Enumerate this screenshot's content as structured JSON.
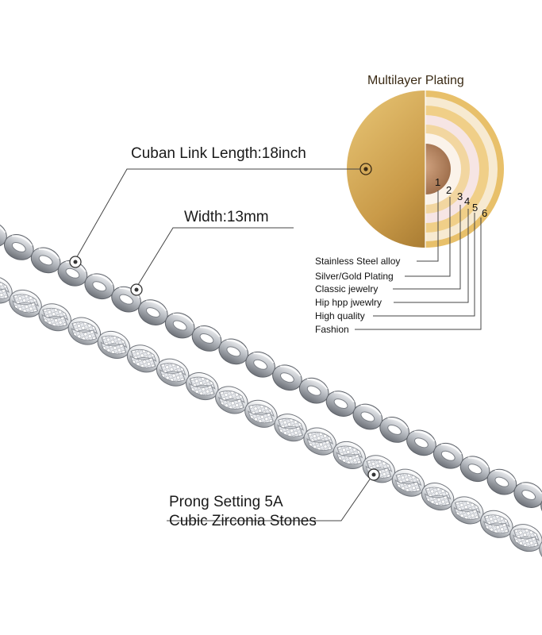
{
  "plating_title": "Multilayer Plating",
  "cuban_link_length": "Cuban Link Length:18inch",
  "width_label": "Width:13mm",
  "prong_setting_line1": "Prong Setting 5A",
  "prong_setting_line2": "Cubic Zirconia Stones",
  "layers": [
    {
      "number": "1",
      "name": "Stainless Steel alloy"
    },
    {
      "number": "2",
      "name": "Silver/Gold Plating"
    },
    {
      "number": "3",
      "name": "Classic jewelry"
    },
    {
      "number": "4",
      "name": "Hip hpp jwewlry"
    },
    {
      "number": "5",
      "name": "High quality"
    },
    {
      "number": "6",
      "name": "Fashion"
    }
  ],
  "colors": {
    "gold_dark": "#b8862e",
    "gold_light": "#f2c66a",
    "steel": "#c9ccd0",
    "steel_dark": "#7c8087",
    "core": "#b88764"
  }
}
